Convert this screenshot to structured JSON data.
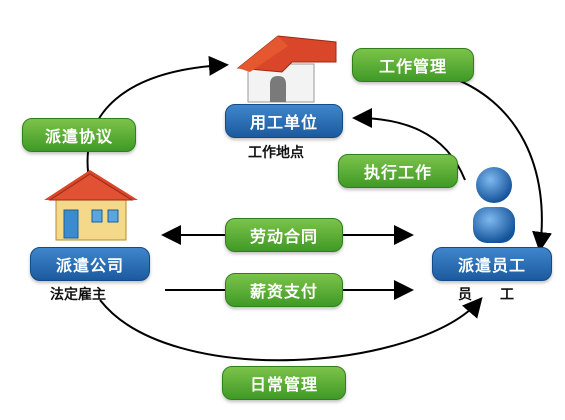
{
  "nodes": {
    "employer": {
      "label": "用工单位",
      "sub": "工作地点"
    },
    "agency": {
      "label": "派遣公司",
      "sub": "法定雇主"
    },
    "employee": {
      "label": "派遣员工",
      "sub": "员　　工"
    }
  },
  "relations": {
    "dispatch_agreement": "派遣协议",
    "work_management": "工作管理",
    "perform_work": "执行工作",
    "labor_contract": "劳动合同",
    "salary_payment": "薪资支付",
    "daily_management": "日常管理"
  },
  "icons": [
    "house-icon",
    "person-icon"
  ],
  "colors": {
    "green": "#4aa52e",
    "blue": "#1f63a8",
    "roof": "#d9462a",
    "arrow": "#000000"
  }
}
